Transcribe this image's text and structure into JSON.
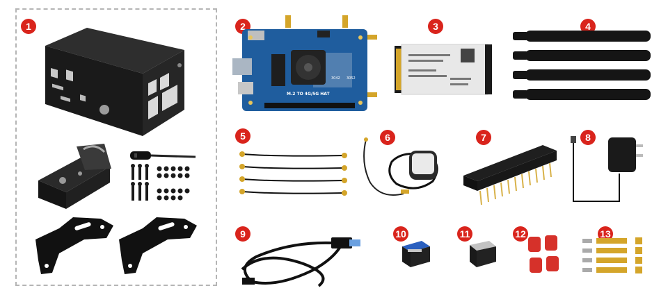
{
  "badges": [
    "1",
    "2",
    "3",
    "4",
    "5",
    "6",
    "7",
    "8",
    "9",
    "10",
    "11",
    "12",
    "13"
  ],
  "hat_label": "M.2 TO 4G/5G HAT",
  "hat_port_a": "3042",
  "hat_port_b": "3052"
}
